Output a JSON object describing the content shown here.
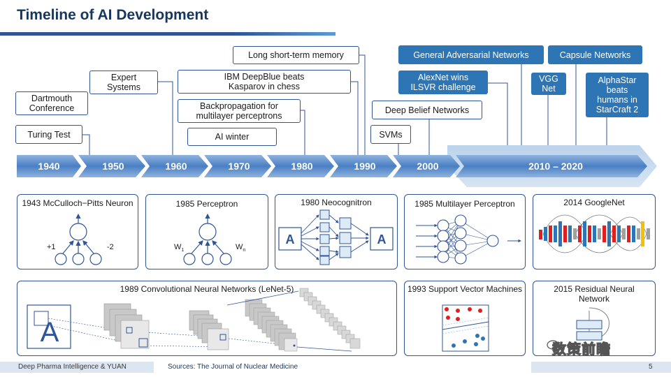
{
  "header": {
    "title": "Timeline of AI Development"
  },
  "timeline": {
    "decades": [
      "1940",
      "1950",
      "1960",
      "1970",
      "1980",
      "1990",
      "2000",
      "2010 – 2020"
    ]
  },
  "events": {
    "turing_test": "Turing Test",
    "dartmouth": "Dartmouth Conference",
    "expert_systems": "Expert Systems",
    "ai_winter": "AI winter",
    "backprop": "Backpropagation for multilayer perceptrons",
    "deepblue": "IBM DeepBlue beats Kasparov in chess",
    "lstm": "Long short-term memory",
    "svms": "SVMs",
    "dbn": "Deep Belief Networks",
    "alexnet": "AlexNet wins ILSVR challenge",
    "gan": "General Adversarial Networks",
    "vgg": "VGG Net",
    "capsule": "Capsule Networks",
    "alphastar": "AlphaStar beats humans in StarCraft 2"
  },
  "cards": {
    "mcculloch": {
      "title": "1943 McCulloch−Pitts Neuron",
      "w_left": "+1",
      "w_right": "-2"
    },
    "perceptron": {
      "title": "1985 Perceptron",
      "w_left": "W",
      "w_left_sub": "1",
      "w_right": "W",
      "w_right_sub": "n"
    },
    "neocognitron": {
      "title": "1980 Neocognitron",
      "letter_in": "A",
      "letter_out": "A"
    },
    "mlp": {
      "title": "1985 Multilayer Perceptron"
    },
    "googlenet": {
      "title": "2014 GoogleNet"
    },
    "lenet": {
      "title": "1989 Convolutional Neural Networks (LeNet-5)",
      "letter": "A"
    },
    "svm": {
      "title": "1993 Support Vector Machines"
    },
    "resnet": {
      "title": "2015 Residual Neural Network"
    }
  },
  "footer": {
    "left": "Deep Pharma Intelligence & YUAN",
    "sources": "Sources: The Journal of Nuclear Medicine",
    "page": "5"
  },
  "watermark": {
    "text": "数策前瞻",
    "icon": "wechat-icon"
  },
  "colors": {
    "primary": "#2f5597",
    "accent": "#2e75b6",
    "light": "#9dc3e6",
    "red": "#e02020",
    "blue": "#2e75b6"
  }
}
